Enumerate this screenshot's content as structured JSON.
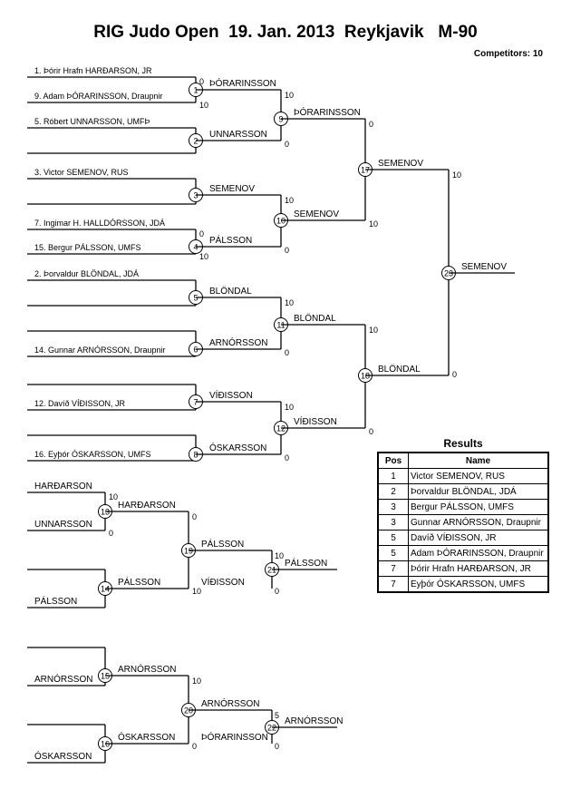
{
  "title": "RIG Judo Open  19. Jan. 2013  Reykjavik   M-90",
  "competitors": "Competitors: 10",
  "results": {
    "title": "Results",
    "headers": [
      "Pos",
      "Name"
    ],
    "rows": [
      {
        "pos": "1",
        "name": "Victor SEMENOV, RUS"
      },
      {
        "pos": "2",
        "name": "Þorvaldur BLÖNDAL, JDÁ"
      },
      {
        "pos": "3",
        "name": "Bergur PÁLSSON, UMFS"
      },
      {
        "pos": "3",
        "name": "Gunnar ARNÓRSSON, Draupnir"
      },
      {
        "pos": "5",
        "name": "Davíð VÍÐISSON, JR"
      },
      {
        "pos": "5",
        "name": "Adam ÞÓRARINSSON, Draupnir"
      },
      {
        "pos": "7",
        "name": "Þórir Hrafn HARÐARSON, JR"
      },
      {
        "pos": "7",
        "name": "Eyþór ÓSKARSSON, UMFS"
      }
    ]
  },
  "main_bracket": {
    "entrants": [
      "1. Þórir Hrafn HARÐARSON, JR",
      "9. Adam ÞÓRARINSSON, Draupnir",
      "5. Róbert UNNARSSON, UMFÞ",
      "3. Victor SEMENOV, RUS",
      "7. Ingimar H. HALLDÓRSSON, JDÁ",
      "15. Bergur PÁLSSON, UMFS",
      "2. Þorvaldur BLÖNDAL, JDÁ",
      "14. Gunnar ARNÓRSSON, Draupnir",
      "12. Davíð VÍÐISSON, JR",
      "16. Eyþór ÓSKARSSON, UMFS"
    ],
    "matches": [
      {
        "id": "1",
        "winner": "ÞÓRARINSSON",
        "scores": [
          "0",
          "10"
        ]
      },
      {
        "id": "2",
        "winner": "UNNARSSON",
        "scores": [],
        "bye": true
      },
      {
        "id": "3",
        "winner": "SEMENOV",
        "scores": [],
        "bye": true
      },
      {
        "id": "4",
        "winner": "PÁLSSON",
        "scores": [
          "0",
          "10"
        ]
      },
      {
        "id": "5",
        "winner": "BLÖNDAL",
        "scores": [],
        "bye": true
      },
      {
        "id": "6",
        "winner": "ARNÓRSSON",
        "scores": [],
        "bye": true
      },
      {
        "id": "7",
        "winner": "VÍÐISSON",
        "scores": [],
        "bye": true
      },
      {
        "id": "8",
        "winner": "ÓSKARSSON",
        "scores": [],
        "bye": true
      },
      {
        "id": "9",
        "winner": "ÞÓRARINSSON",
        "scores": [
          "10",
          "0"
        ]
      },
      {
        "id": "10",
        "winner": "SEMENOV",
        "scores": [
          "10",
          "0"
        ]
      },
      {
        "id": "11",
        "winner": "BLÖNDAL",
        "scores": [
          "10",
          "0"
        ]
      },
      {
        "id": "12",
        "winner": "VÍÐISSON",
        "scores": [
          "10",
          "0"
        ]
      },
      {
        "id": "17",
        "winner": "SEMENOV",
        "scores": [
          "0",
          "10"
        ]
      },
      {
        "id": "18",
        "winner": "BLÖNDAL",
        "scores": [
          "10",
          "0"
        ]
      },
      {
        "id": "23",
        "winner": "SEMENOV",
        "scores": [
          "10",
          "0"
        ]
      }
    ]
  },
  "repechage_top": {
    "entrants": [
      "HARÐARSON",
      "UNNARSSON",
      "",
      "PÁLSSON"
    ],
    "matches": [
      {
        "id": "13",
        "winner": "HARÐARSON",
        "scores": [
          "10",
          "0"
        ]
      },
      {
        "id": "14",
        "winner": "PÁLSSON",
        "scores": [],
        "bye": true
      },
      {
        "id": "19",
        "winner": "PÁLSSON",
        "scores": [
          "0",
          "10"
        ]
      },
      {
        "id": "21",
        "winner": "PÁLSSON",
        "scores": [
          "10",
          "0"
        ],
        "opponent": "VÍÐISSON"
      }
    ]
  },
  "repechage_bottom": {
    "entrants": [
      "",
      "ARNÓRSSON",
      "",
      "ÓSKARSSON"
    ],
    "matches": [
      {
        "id": "15",
        "winner": "ARNÓRSSON",
        "scores": [],
        "bye": true
      },
      {
        "id": "16",
        "winner": "ÓSKARSSON",
        "scores": [],
        "bye": true
      },
      {
        "id": "20",
        "winner": "ARNÓRSSON",
        "scores": [
          "10",
          "0"
        ]
      },
      {
        "id": "22",
        "winner": "ARNÓRSSON",
        "scores": [
          "5",
          "0"
        ],
        "opponent": "ÞÓRARINSSON"
      }
    ]
  }
}
